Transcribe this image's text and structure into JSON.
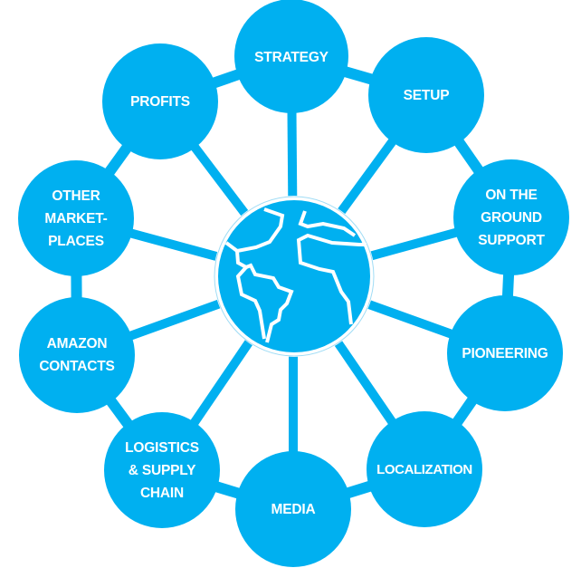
{
  "diagram": {
    "title": "",
    "colors": {
      "primary": "#00B0F0",
      "text": "#FFFFFF",
      "background": "#FFFFFF"
    },
    "center": {
      "icon": "globe-icon",
      "label": ""
    },
    "nodes": [
      {
        "id": "strategy",
        "label": "STRATEGY"
      },
      {
        "id": "setup",
        "label": "SETUP"
      },
      {
        "id": "on-the-ground-support",
        "label": "ON THE\nGROUND\nSUPPORT"
      },
      {
        "id": "pioneering",
        "label": "PIONEERING"
      },
      {
        "id": "localization",
        "label": "LOCALIZATION"
      },
      {
        "id": "media",
        "label": "MEDIA"
      },
      {
        "id": "logistics-supply-chain",
        "label": "LOGISTICS\n& SUPPLY\nCHAIN"
      },
      {
        "id": "amazon-contacts",
        "label": "AMAZON\nCONTACTS"
      },
      {
        "id": "other-marketplaces",
        "label": "OTHER\nMARKET-\nPLACES"
      },
      {
        "id": "profits",
        "label": "PROFITS"
      }
    ]
  }
}
